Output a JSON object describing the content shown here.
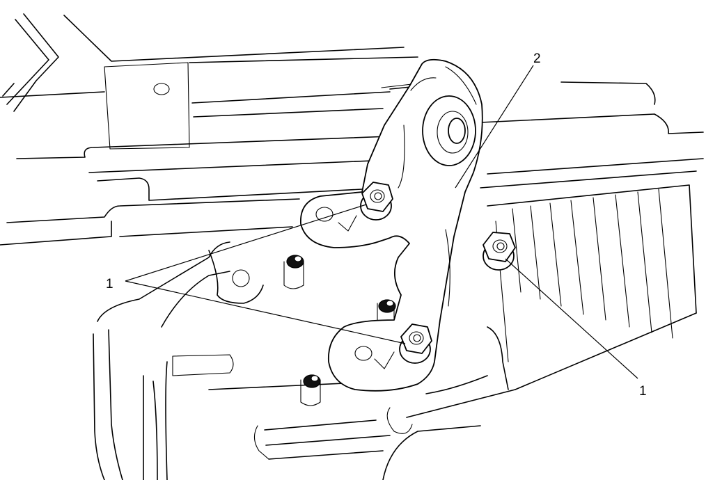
{
  "callouts": [
    {
      "id": "nut-left",
      "label": "1"
    },
    {
      "id": "nut-right",
      "label": "1"
    },
    {
      "id": "bracket",
      "label": "2"
    }
  ]
}
